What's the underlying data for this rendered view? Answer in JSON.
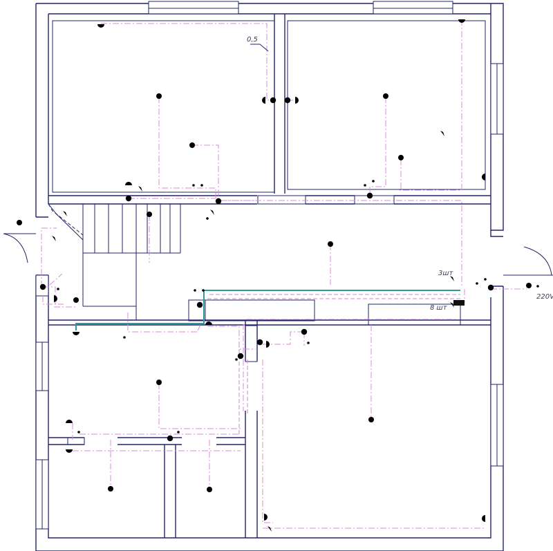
{
  "labels": {
    "cable_section": "0,5",
    "sconce_count_3": "3шт",
    "sconce_count_8": "8 шт",
    "voltage": "220V"
  },
  "symbols": {
    "ceiling_lamp": "ceiling-lamp-icon",
    "junction_box": "junction-box-icon",
    "socket": "socket-icon",
    "switch": "switch-icon",
    "sconce": "wall-sconce-icon",
    "panel": "distribution-panel-icon"
  },
  "colors": {
    "walls": "#22226a",
    "wiring": "#d88ad8",
    "main_cable": "#2a9a9a",
    "junction_box": "#f4eea0",
    "sockets": "#1a2a9a"
  }
}
